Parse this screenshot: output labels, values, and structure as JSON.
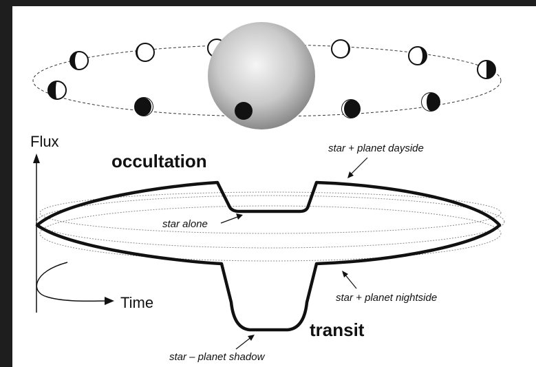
{
  "diagram": {
    "axis": {
      "y_label": "Flux",
      "x_label": "Time"
    },
    "phases": {
      "occultation": "occultation",
      "transit": "transit"
    },
    "annotations": {
      "dayside": "star + planet dayside",
      "alone": "star alone",
      "nightside": "star + planet nightside",
      "shadow": "star – planet shadow"
    },
    "colors": {
      "background": "#ffffff",
      "frame": "#1e1e1e",
      "ink": "#111111",
      "star_light": "#f4f4f4",
      "star_dark": "#8a8a8a"
    }
  }
}
